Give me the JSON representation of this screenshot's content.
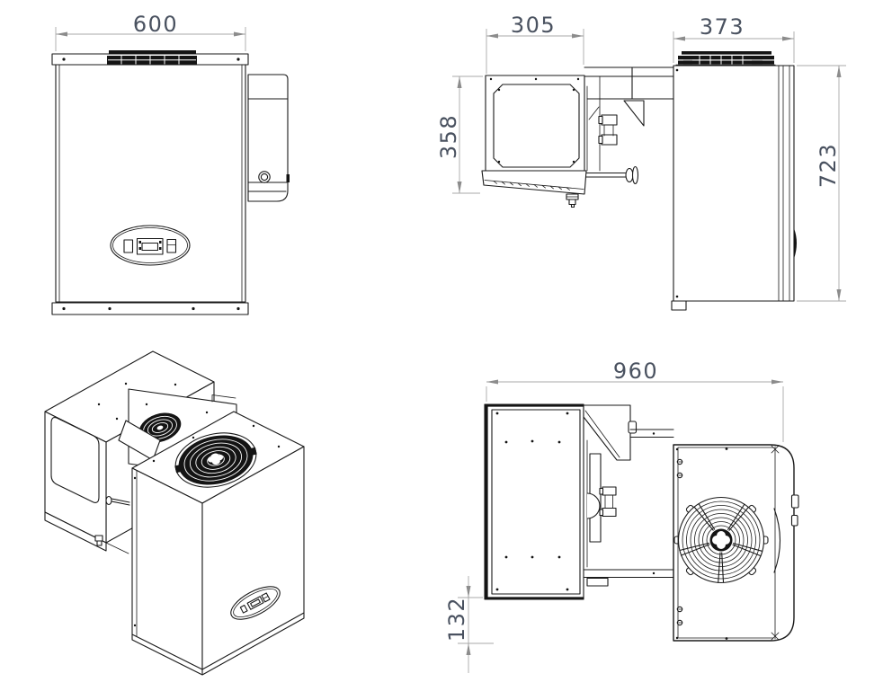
{
  "drawing": {
    "type": "technical-drawing",
    "subject": "wall-mounted monoblock refrigeration unit, four orthographic/isometric views",
    "colors": {
      "background": "#ffffff",
      "line": "#1a1a1a",
      "dimension_line": "#a8a8a8",
      "dimension_arrow": "#8c8c8c",
      "dimension_text": "#4a5260",
      "fan_fill": "#141414"
    }
  },
  "views": {
    "front": {
      "name": "front-view",
      "dims": {
        "width": "600"
      }
    },
    "side": {
      "name": "side-view",
      "dims": {
        "evaporator_depth": "305",
        "condenser_depth": "373",
        "evaporator_height": "358",
        "overall_height": "723"
      }
    },
    "isometric": {
      "name": "isometric-view"
    },
    "top": {
      "name": "top-view",
      "dims": {
        "overall_depth": "960",
        "bottom_offset": "132"
      }
    }
  }
}
